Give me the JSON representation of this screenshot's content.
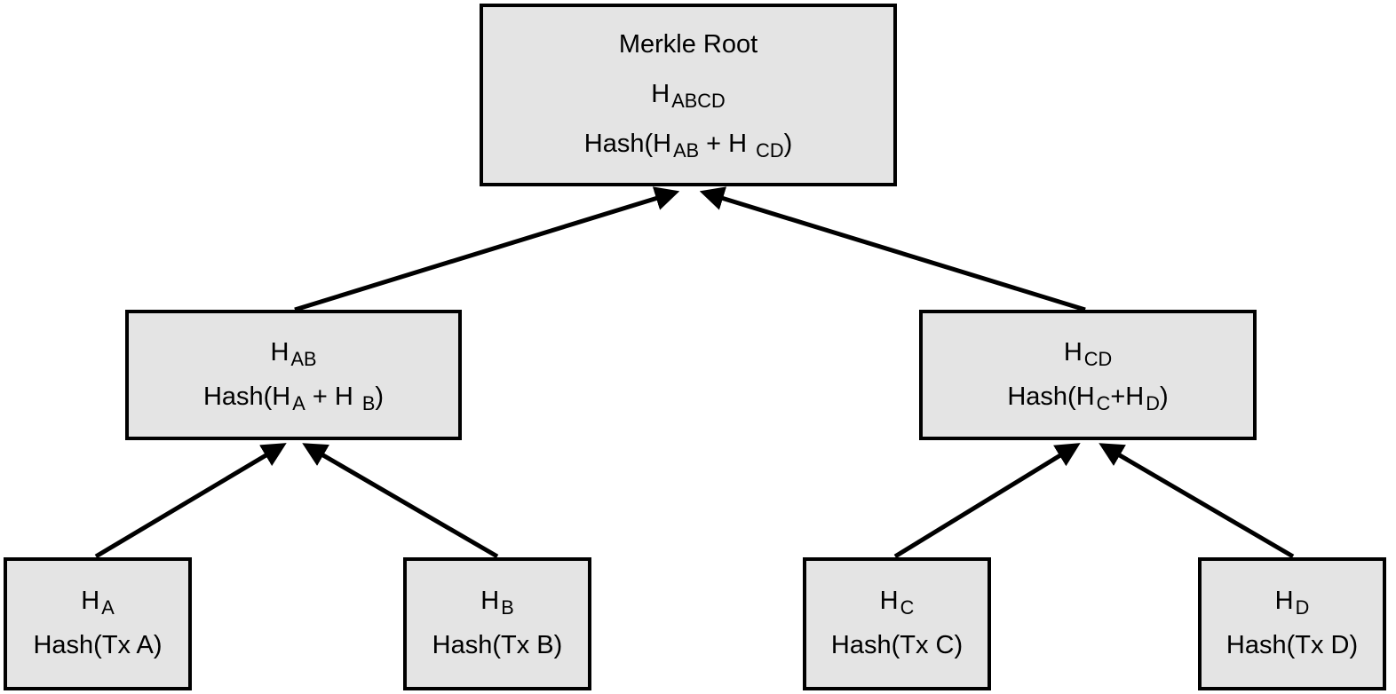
{
  "diagram": {
    "colors": {
      "background": "#ffffff",
      "box_fill": "#e4e4e4",
      "box_border": "#000000",
      "arrow": "#000000",
      "text": "#000000"
    },
    "nodes": {
      "root": {
        "title": "Merkle Root",
        "hash": [
          {
            "t": "H"
          },
          {
            "t": "ABCD",
            "sub": true
          }
        ],
        "formula": [
          {
            "t": "Hash(H"
          },
          {
            "t": "AB",
            "sub": true
          },
          {
            "t": " + H "
          },
          {
            "t": "CD",
            "sub": true
          },
          {
            "t": ")"
          }
        ]
      },
      "hab": {
        "hash": [
          {
            "t": "H"
          },
          {
            "t": "AB",
            "sub": true
          }
        ],
        "formula": [
          {
            "t": "Hash(H"
          },
          {
            "t": "A",
            "sub": true
          },
          {
            "t": " + H "
          },
          {
            "t": "B",
            "sub": true
          },
          {
            "t": ")"
          }
        ]
      },
      "hcd": {
        "hash": [
          {
            "t": "H"
          },
          {
            "t": "CD",
            "sub": true
          }
        ],
        "formula": [
          {
            "t": "Hash(H"
          },
          {
            "t": "C",
            "sub": true
          },
          {
            "t": "+H"
          },
          {
            "t": "D",
            "sub": true
          },
          {
            "t": ")"
          }
        ]
      },
      "ha": {
        "hash": [
          {
            "t": "H"
          },
          {
            "t": "A",
            "sub": true
          }
        ],
        "formula": [
          {
            "t": "Hash(Tx A)"
          }
        ]
      },
      "hb": {
        "hash": [
          {
            "t": "H"
          },
          {
            "t": "B",
            "sub": true
          }
        ],
        "formula": [
          {
            "t": "Hash(Tx B)"
          }
        ]
      },
      "hc": {
        "hash": [
          {
            "t": "H"
          },
          {
            "t": "C",
            "sub": true
          }
        ],
        "formula": [
          {
            "t": "Hash(Tx C)"
          }
        ]
      },
      "hd": {
        "hash": [
          {
            "t": "H"
          },
          {
            "t": "D",
            "sub": true
          }
        ],
        "formula": [
          {
            "t": "Hash(Tx D)"
          }
        ]
      }
    }
  }
}
